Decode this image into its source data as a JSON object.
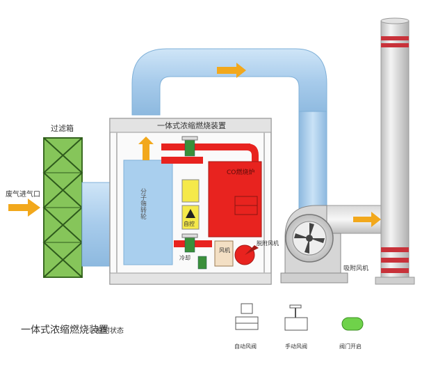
{
  "labels": {
    "filter_box": "过滤箱",
    "exhaust_inlet": "废气进气口",
    "device_title": "一体式浓缩燃烧装置",
    "adsorption_bed": "分子筛转轮",
    "co_furnace": "CO燃烧炉",
    "self_control": "自控",
    "cooling_fan": "风机",
    "desorption_fan": "脱附风机",
    "desorb_label": "冷却",
    "suction_fan": "吸附风机"
  },
  "legend": {
    "title": "一体式浓缩燃烧装置",
    "status_label": "脱附状态",
    "auto_valve": "自动风阀",
    "manual_valve": "手动风阀",
    "valve_open": "阀门开启"
  },
  "colors": {
    "duct": "#a9cfee",
    "duct_edge": "#7fb0d8",
    "filter_fill": "#86c55a",
    "furnace_red": "#e8231f",
    "arrow_orange": "#f2a81c",
    "stack_red": "#c8323a",
    "open_green": "#6fd24a"
  }
}
